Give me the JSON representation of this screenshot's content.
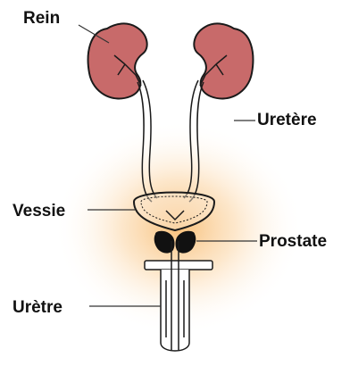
{
  "labels": {
    "rein": "Rein",
    "uretere": "Uretère",
    "vessie": "Vessie",
    "prostate": "Prostate",
    "uretre": "Urètre"
  },
  "colors": {
    "kidney_fill": "#c86a6a",
    "kidney_shadow": "#b35a5a",
    "outline": "#1a1a1a",
    "prostate": "#111111",
    "glow": "#f7b563",
    "leader": "#333333"
  }
}
